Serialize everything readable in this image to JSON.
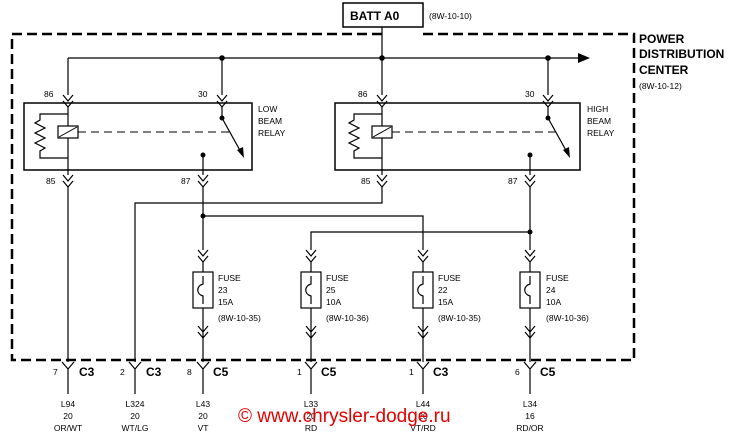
{
  "batt": {
    "label": "BATT A0",
    "ref": "(8W-10-10)"
  },
  "pdc": {
    "line1": "POWER",
    "line2": "DISTRIBUTION",
    "line3": "CENTER",
    "ref": "(8W-10-12)"
  },
  "low_relay": {
    "line1": "LOW",
    "line2": "BEAM",
    "line3": "RELAY",
    "pin_86": "86",
    "pin_30": "30",
    "pin_85": "85",
    "pin_87": "87"
  },
  "high_relay": {
    "line1": "HIGH",
    "line2": "BEAM",
    "line3": "RELAY",
    "pin_86": "86",
    "pin_30": "30",
    "pin_85": "85",
    "pin_87": "87"
  },
  "fuses": [
    {
      "label": "FUSE",
      "number": "23",
      "rating": "15A",
      "ref": "(8W-10-35)"
    },
    {
      "label": "FUSE",
      "number": "25",
      "rating": "10A",
      "ref": "(8W-10-36)"
    },
    {
      "label": "FUSE",
      "number": "22",
      "rating": "15A",
      "ref": "(8W-10-35)"
    },
    {
      "label": "FUSE",
      "number": "24",
      "rating": "10A",
      "ref": "(8W-10-36)"
    }
  ],
  "outputs": [
    {
      "pin": "7",
      "connector": "C3",
      "circuit": "L94",
      "gauge": "20",
      "color": "OR/WT"
    },
    {
      "pin": "2",
      "connector": "C3",
      "circuit": "L324",
      "gauge": "20",
      "color": "WT/LG"
    },
    {
      "pin": "8",
      "connector": "C5",
      "circuit": "L43",
      "gauge": "20",
      "color": "VT"
    },
    {
      "pin": "1",
      "connector": "C5",
      "circuit": "L33",
      "gauge": "20",
      "color": "RD"
    },
    {
      "pin": "1",
      "connector": "C3",
      "circuit": "L44",
      "gauge": "20",
      "color": "VT/RD"
    },
    {
      "pin": "6",
      "connector": "C5",
      "circuit": "L34",
      "gauge": "16",
      "color": "RD/OR"
    }
  ],
  "watermark": "© www.chrysler-dodge.ru"
}
